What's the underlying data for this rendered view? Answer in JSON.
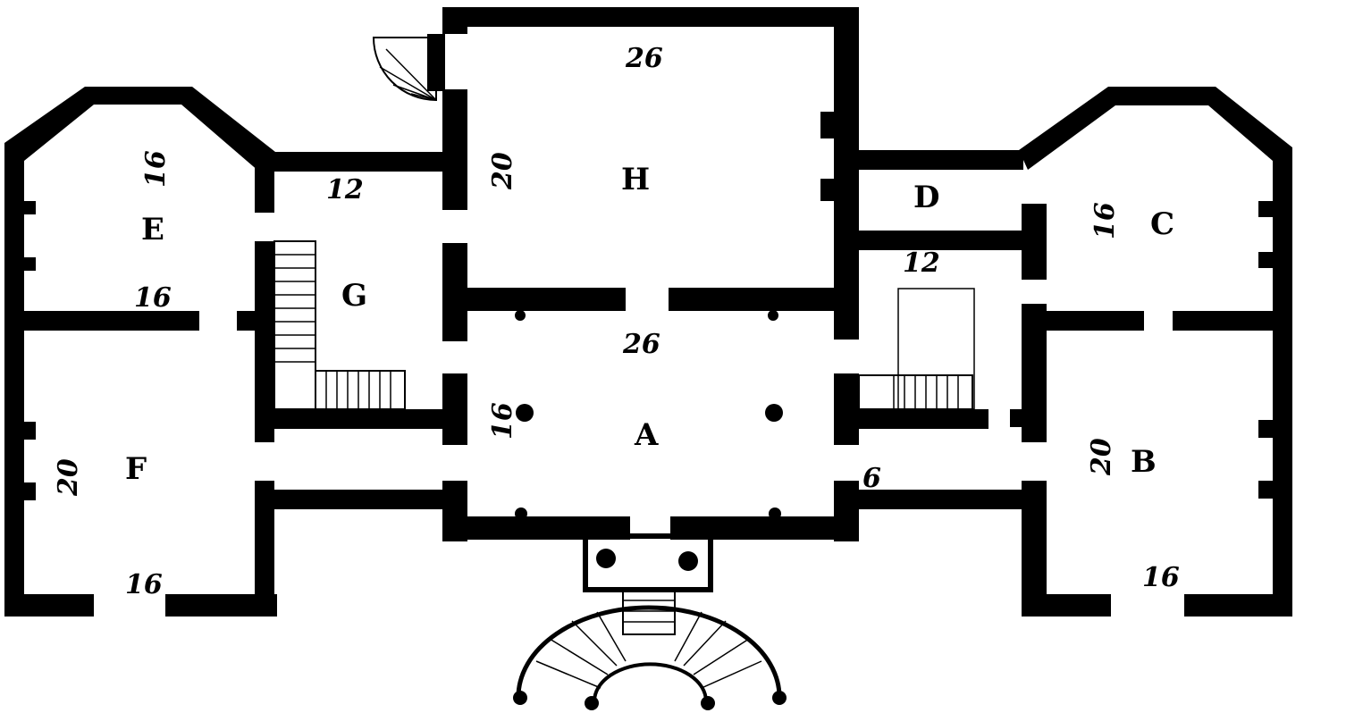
{
  "rooms": {
    "A": "A",
    "B": "B",
    "C": "C",
    "D": "D",
    "E": "E",
    "F": "F",
    "G": "G",
    "H": "H"
  },
  "dimensions": {
    "h_top": "26",
    "h_side": "20",
    "a_top": "26",
    "a_side": "16",
    "e_top": "16",
    "e_bottom": "16",
    "f_side": "20",
    "f_bottom": "16",
    "g_top": "12",
    "d_bottom": "12",
    "c_side": "16",
    "b_side": "20",
    "b_bottom": "16",
    "corridor_right": "6"
  },
  "colors": {
    "ink": "#000000",
    "paper": "#ffffff"
  }
}
